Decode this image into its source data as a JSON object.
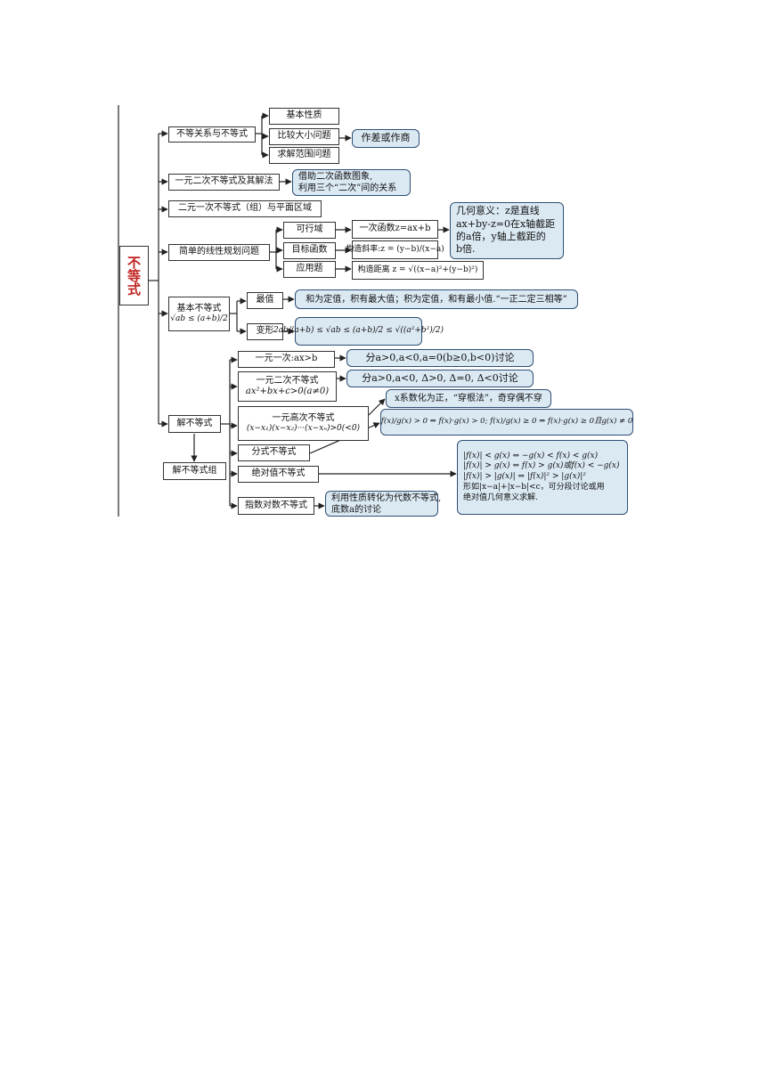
{
  "root": "不等式",
  "l1": {
    "rel": "不等关系与不等式",
    "quad": "一元二次不等式及其解法",
    "linear_region": "二元一次不等式（组）与平面区域",
    "lp": "简单的线性规划问题",
    "basic_ineq_line1": "基本不等式",
    "basic_ineq_formula": "√ab ≤ (a+b)/2",
    "solve": "解不等式",
    "solve_sys": "解不等式组"
  },
  "rel_children": [
    "基本性质",
    "比较大小问题",
    "求解范围问题"
  ],
  "rel_note": "作差或作商",
  "quad_note": [
    "借助二次函数图象,",
    "利用三个“二次”间的关系"
  ],
  "lp_children": [
    "可行域",
    "目标函数",
    "应用题"
  ],
  "lp_leaves": [
    "一次函数z=ax+b",
    "构造斜率:z = (y−b)/(x−a)",
    "构造距离 z = √((x−a)²+(y−b)²)"
  ],
  "lp_note": [
    "几何意义：z是直线",
    "ax+by-z=0在x轴截距",
    "的a倍，y轴上截距的",
    "b倍."
  ],
  "basic_children": [
    "最值",
    "变形"
  ],
  "max_note": "和为定值，积有最大值；积为定值，和有最小值.“一正二定三相等”",
  "transform_note": "2ab/(a+b) ≤ √ab ≤ (a+b)/2 ≤ √((a²+b²)/2)",
  "solve_children": {
    "linear": "一元一次:ax>b",
    "quad_line1": "一元二次不等式",
    "quad_line2": "ax²+bx+c>0(a≠0)",
    "high_line1": "一元高次不等式",
    "high_line2": "(x−x₁)(x−x₂)···(x−xₙ)>0(<0)",
    "frac": "分式不等式",
    "abs": "绝对值不等式",
    "exp": "指数对数不等式"
  },
  "solve_notes": {
    "linear": "分a>0,a<0,a=0(b≥0,b<0)讨论",
    "quad": "分a>0,a<0, Δ>0, Δ=0, Δ<0讨论",
    "high": "x系数化为正，“穿根法”，奇穿偶不穿",
    "frac": "f(x)/g(x) > 0 ⇔ f(x)·g(x) > 0; f(x)/g(x) ≥ 0 ⇔ f(x)·g(x) ≥ 0且g(x) ≠ 0",
    "abs": [
      "|f(x)| < g(x) ⇔ −g(x) < f(x) < g(x)",
      "|f(x)| > g(x) ⇔ f(x) > g(x)或f(x) < −g(x)",
      "|f(x)| > |g(x)| ⇔ |f(x)|² > |g(x)|²",
      "形如|x−a|+|x−b|<c，可分段讨论或用",
      "绝对值几何意义求解."
    ],
    "exp": [
      "利用性质转化为代数不等式,",
      "底数a的讨论"
    ]
  },
  "colors": {
    "root_text": "#c0231f",
    "note_fill": "#dbe9f3",
    "note_border": "#2f4f74",
    "line": "#222222"
  }
}
